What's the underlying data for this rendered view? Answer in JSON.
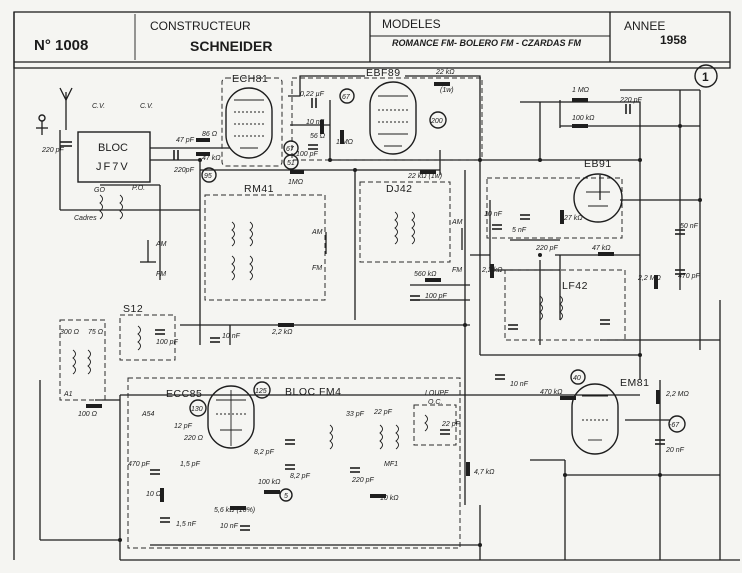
{
  "header": {
    "number": "N° 1008",
    "constructeur_label": "CONSTRUCTEUR",
    "constructeur": "SCHNEIDER",
    "modeles_label": "MODELES",
    "modeles": "ROMANCE FM-   BOLERO FM  -  CZARDAS FM",
    "annee_label": "ANNEE",
    "annee": "1958",
    "page_mark": "1"
  },
  "tubes": {
    "ech81": "ECH81",
    "ebf89": "EBF89",
    "eb91": "EB91",
    "em81": "EM81",
    "ecc85": "ECC85"
  },
  "blocks": {
    "bloc_jf7v_1": "BLOC",
    "bloc_jf7v_2": "JF7V",
    "rm41": "RM41",
    "dj42": "DJ42",
    "lf42": "LF42",
    "s12": "S12",
    "bloc_fm4": "BLOC FM4",
    "loupe": "LOUPE",
    "oc": "O.C."
  },
  "labels": {
    "cv1": "C.V.",
    "cv2": "C.V.",
    "cadres": "Cadres",
    "po": "P.O.",
    "go": "GO",
    "c220pf_ant": "220 pF",
    "r86": "86 Ω",
    "r47": "47 kΩ",
    "c47": "47 pF",
    "c220pf_b": "220pF",
    "c022": "0,22 µF",
    "c10nf_a": "10 nF",
    "r56": "56 Ω",
    "c100pf_a": "100 pF",
    "r1m_a": "1 MΩ",
    "r22k_top": "22 kΩ",
    "w1": "(1w)",
    "n67": "67",
    "n200": "200",
    "n95": "95",
    "n67b": "67",
    "n51": "51",
    "r22k_mid": "22 kΩ (1w)",
    "r1m_b": "1MΩ",
    "c220_top": "220 pF",
    "r100k_top": "100 kΩ",
    "r47k_eb": "47 kΩ",
    "c220_eb": "220 pF",
    "c50nf": "50 nF",
    "c470pf": "470 pF",
    "r22m": "2,2 MΩ",
    "r27k": "27 kΩ",
    "c5nf": "5 nF",
    "c10nf_eb": "10 nF",
    "r22k_dj": "2,2 kΩ",
    "c100pf_dj": "100 pF",
    "r560": "560 kΩ",
    "am1": "AM",
    "fm1": "FM",
    "am2": "AM",
    "fm2": "FM",
    "am3": "AM",
    "fm3": "FM",
    "c10nf_b": "10 nF",
    "r22k_s": "2,2 kΩ",
    "c100_s12": "100 pF",
    "c300": "300 Ω",
    "c75": "75 Ω",
    "r100": "100 Ω",
    "a1": "A1",
    "a54": "A54",
    "c12pf": "12 pF",
    "c220_ecc": "220 Ω",
    "c470_ecc": "470 pF",
    "c5pf": "1,5 pF",
    "r10": "10 Ω",
    "c1nf5": "1,5 nF",
    "r82": "8,2 pF",
    "r8_2": "8,2 pF",
    "r100k_ecc": "100 kΩ",
    "r56k": "5,6 kΩ (10%)",
    "c10nf_ecc": "10 nF",
    "c33pf": "33 pF",
    "c22pf": "22 pF",
    "c220pf_ecc2": "220 pF",
    "r10k": "10 kΩ",
    "mf1": "MF1",
    "c22_loupe": "22 pF",
    "r47k_l": "4,7 kΩ",
    "n5": "5",
    "n130": "130",
    "n125": "125",
    "n40": "40",
    "r470k_em": "470 kΩ",
    "r22m_em": "2,2 MΩ",
    "c20nf": "20 nF",
    "n67c": "-67",
    "c10nf_r": "10 nF",
    "r1m_top": "1 MΩ"
  }
}
